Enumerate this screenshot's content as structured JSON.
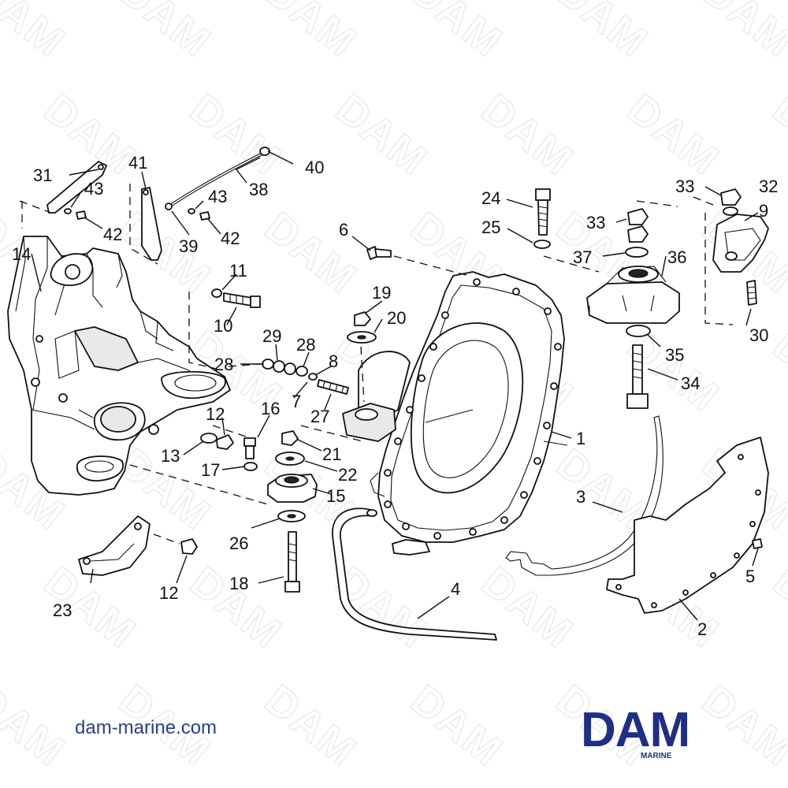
{
  "watermark": {
    "text": "DAM"
  },
  "callouts": {
    "c1": "1",
    "c2": "2",
    "c3": "3",
    "c4": "4",
    "c5": "5",
    "c6": "6",
    "c7": "7",
    "c8": "8",
    "c9": "9",
    "c10": "10",
    "c11": "11",
    "c12a": "12",
    "c12b": "12",
    "c13": "13",
    "c14": "14",
    "c15": "15",
    "c16": "16",
    "c17": "17",
    "c18": "18",
    "c19": "19",
    "c20": "20",
    "c21": "21",
    "c22": "22",
    "c23": "23",
    "c24": "24",
    "c25": "25",
    "c26": "26",
    "c27": "27",
    "c28a": "28",
    "c28b": "28",
    "c29": "29",
    "c30": "30",
    "c31": "31",
    "c32": "32",
    "c33a": "33",
    "c33b": "33",
    "c34": "34",
    "c35": "35",
    "c36": "36",
    "c37": "37",
    "c38": "38",
    "c39": "39",
    "c40": "40",
    "c41": "41",
    "c42a": "42",
    "c42b": "42",
    "c43a": "43",
    "c43b": "43"
  },
  "footer": {
    "website": "dam-marine.com",
    "logo_word": "DAM",
    "logo_sub": "MARINE"
  },
  "colors": {
    "brand": "#1f2f86",
    "line": "#111111",
    "watermark": "#e7e7e7"
  }
}
